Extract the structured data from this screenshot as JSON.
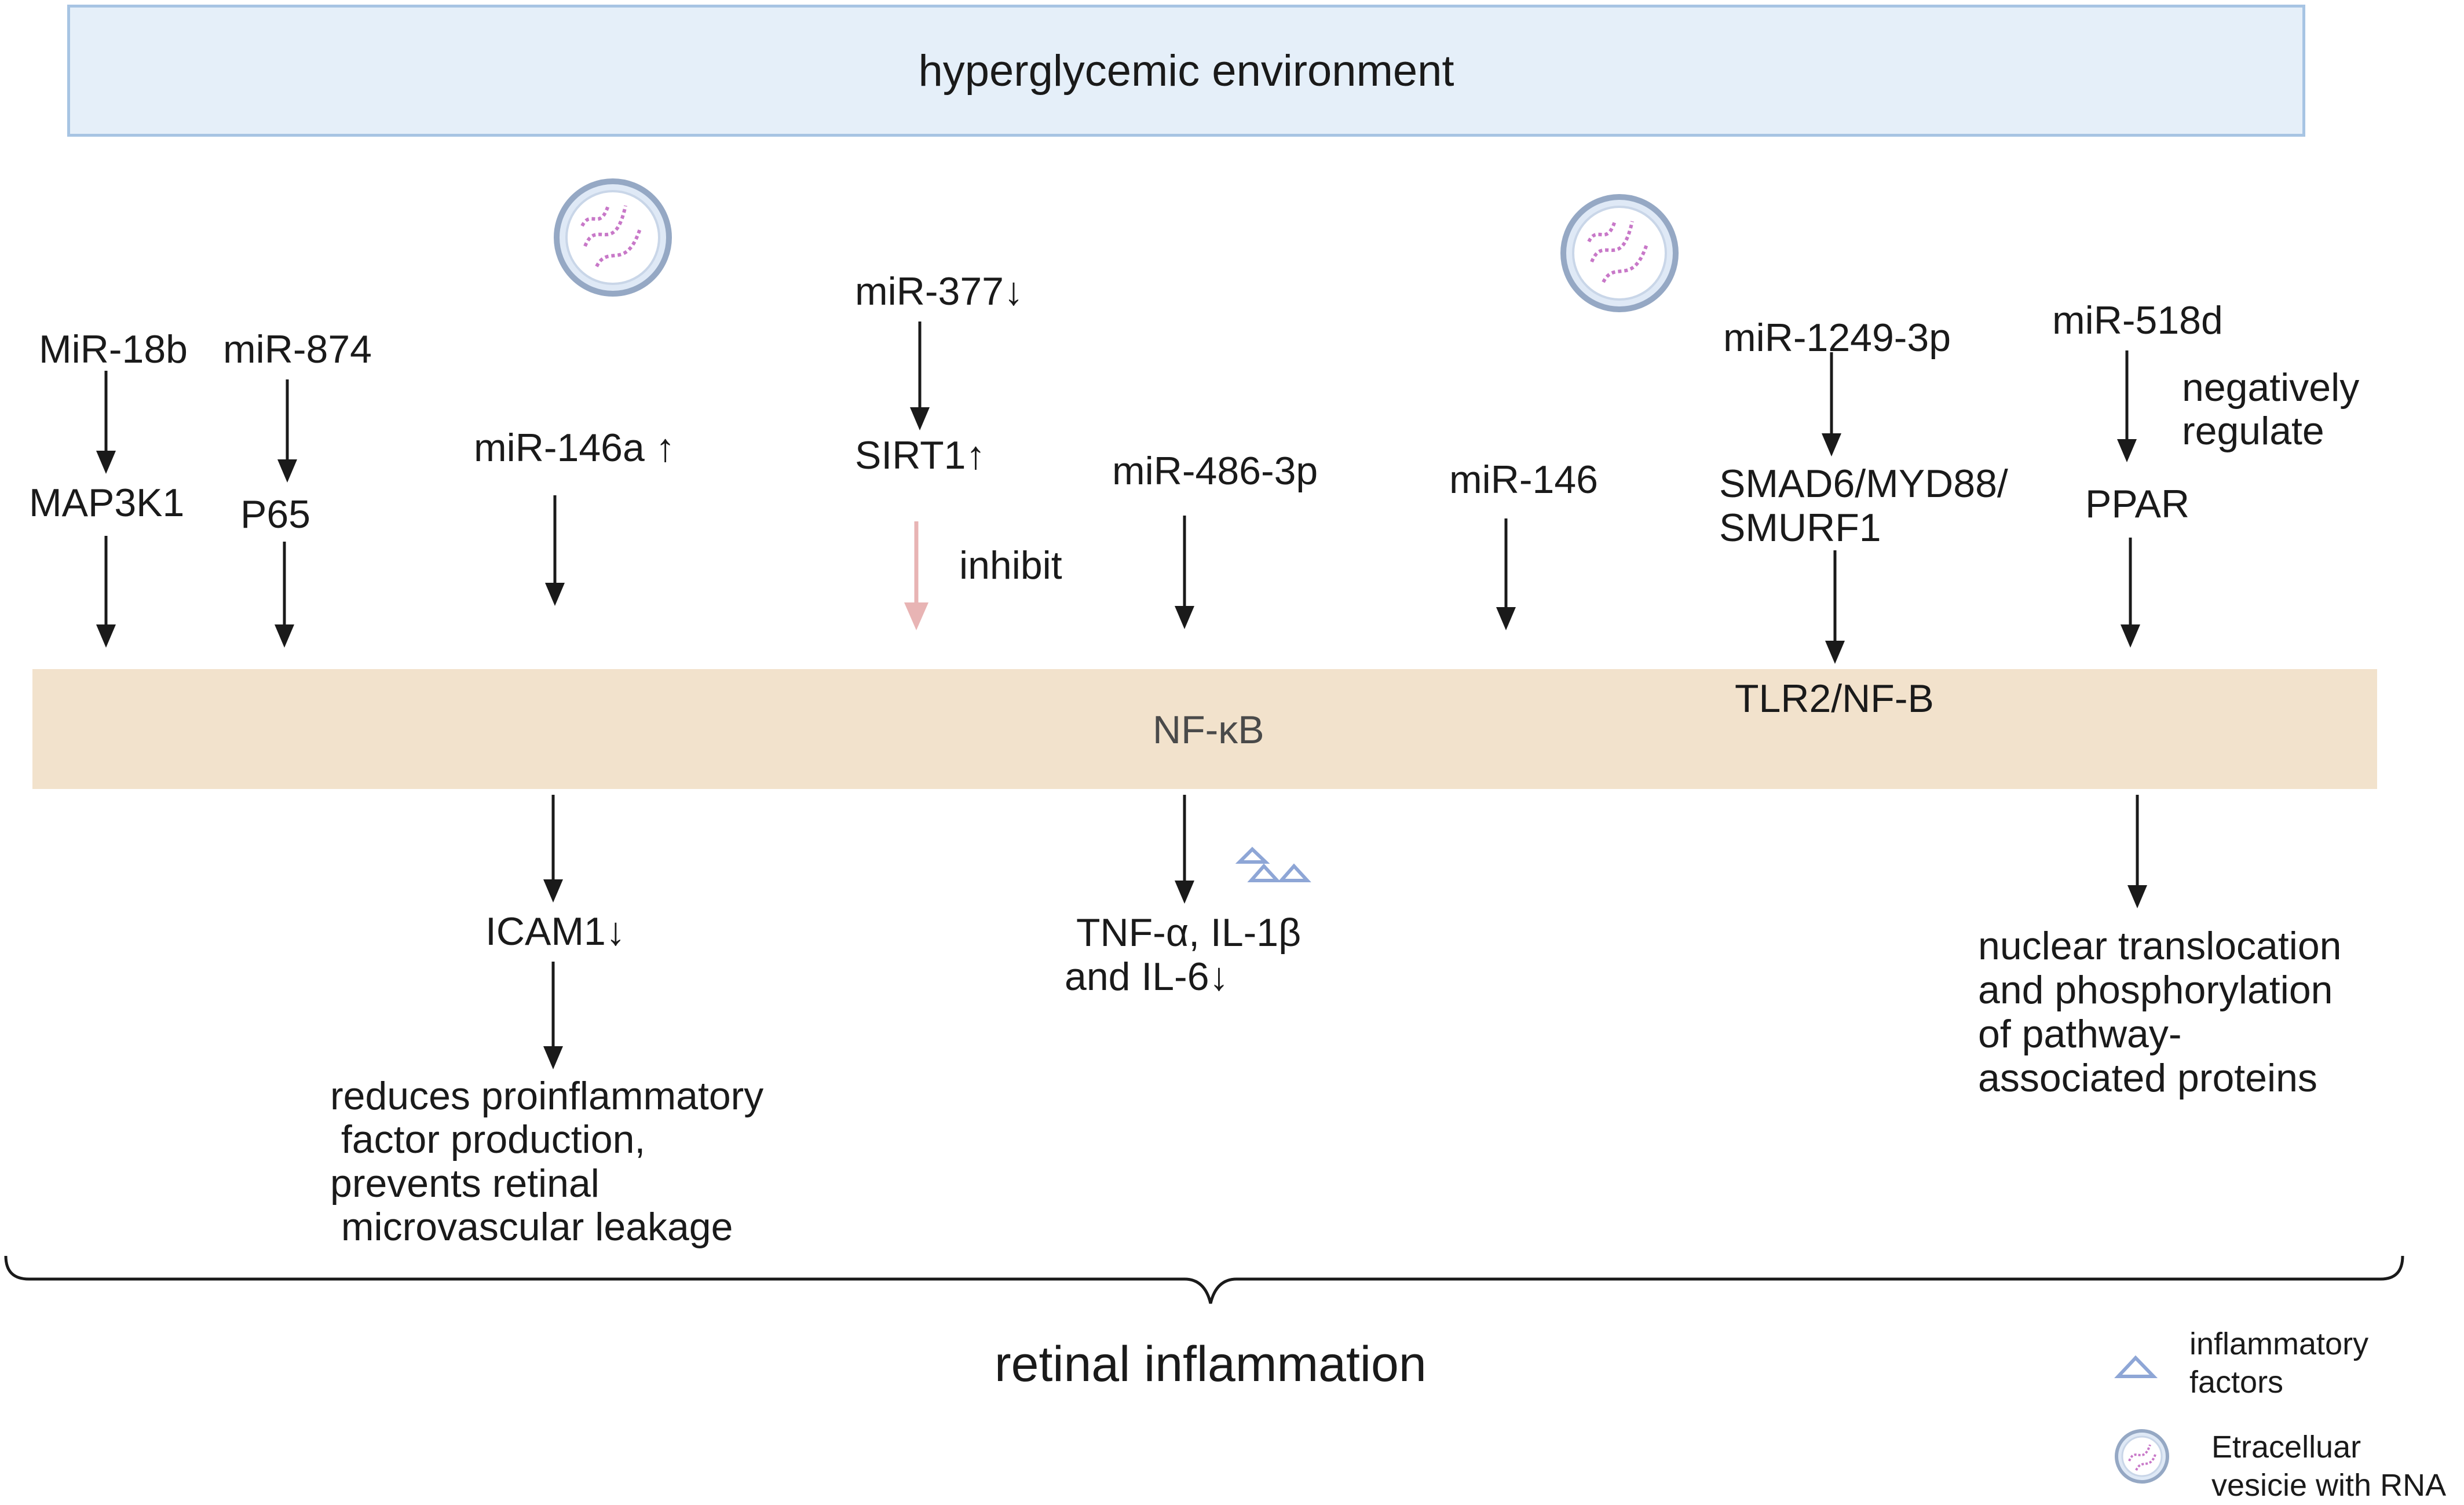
{
  "top_box": {
    "label": "hyperglycemic environment"
  },
  "pathways": [
    {
      "mirna": "MiR-18b",
      "target": "MAP3K1"
    },
    {
      "mirna": "miR-874",
      "target": "P65"
    },
    {
      "mirna": "miR-146a ↑",
      "outcome": "ICAM1↓",
      "effect_lines": [
        "reduces proinflammatory",
        " factor production,",
        "prevents retinal",
        " microvascular leakage"
      ]
    },
    {
      "mirna": "miR-377↓",
      "target": "SIRT1↑",
      "relation": "inhibit"
    },
    {
      "mirna": "miR-486-3p",
      "outcome_lines": [
        "TNF-α, IL-1β",
        "and IL-6↓"
      ]
    },
    {
      "mirna": "miR-146"
    },
    {
      "mirna": "miR-1249-3p",
      "target_lines": [
        "SMAD6/MYD88/",
        "SMURF1"
      ]
    },
    {
      "mirna": "miR-518d",
      "target": "PPAR",
      "relation_lines": [
        "negatively",
        "regulate"
      ],
      "effect_lines": [
        "nuclear translocation",
        "and phosphorylation",
        "of pathway-",
        "associated proteins"
      ]
    }
  ],
  "band": {
    "left_label": "NF-κB",
    "right_label": "TLR2/NF-B"
  },
  "bottom": {
    "label": "retinal inflammation"
  },
  "legend": {
    "inflammatory_factors": [
      "inflammatory",
      "factors"
    ],
    "vesicle": [
      "Etracelluar",
      "vesicie with RNA"
    ]
  },
  "colors": {
    "top_box_fill": "#e5eff9",
    "top_box_border": "#a7c4e3",
    "band_fill": "#f2e2cc",
    "inhibit_arrow": "#e8b4b4",
    "factor_triangles": "#8ea6d6",
    "vesicle_rna": "#c878c8"
  },
  "icons": [
    "extracellular-vesicle-icon",
    "inflammatory-factor-icon"
  ]
}
